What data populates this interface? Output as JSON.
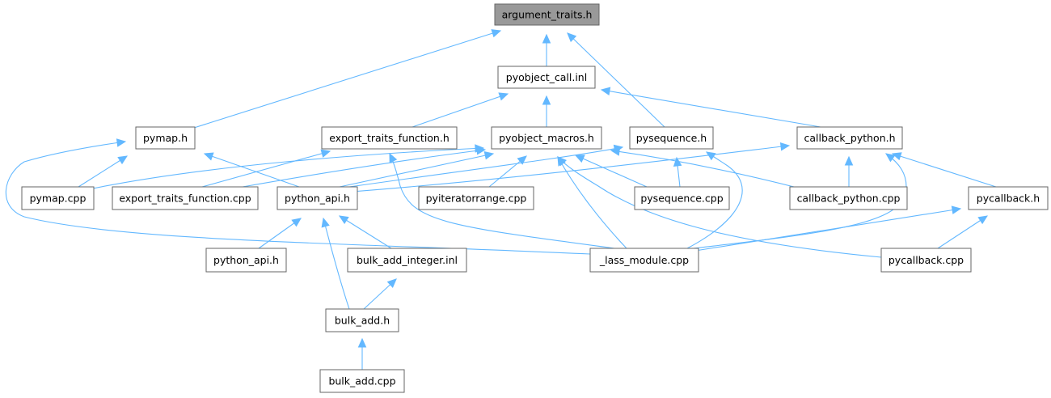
{
  "graph": {
    "nodes": [
      {
        "id": "argument_traits_h",
        "label": "argument_traits.h",
        "root": true
      },
      {
        "id": "pyobject_call_inl",
        "label": "pyobject_call.inl"
      },
      {
        "id": "pymap_h",
        "label": "pymap.h"
      },
      {
        "id": "export_traits_function_h",
        "label": "export_traits_function.h"
      },
      {
        "id": "pyobject_macros_h",
        "label": "pyobject_macros.h"
      },
      {
        "id": "pysequence_h",
        "label": "pysequence.h"
      },
      {
        "id": "callback_python_h",
        "label": "callback_python.h"
      },
      {
        "id": "pymap_cpp",
        "label": "pymap.cpp"
      },
      {
        "id": "export_traits_function_cpp",
        "label": "export_traits_function.cpp"
      },
      {
        "id": "python_api_h_mid",
        "label": "python_api.h"
      },
      {
        "id": "pyiteratorrange_cpp",
        "label": "pyiteratorrange.cpp"
      },
      {
        "id": "pysequence_cpp",
        "label": "pysequence.cpp"
      },
      {
        "id": "callback_python_cpp",
        "label": "callback_python.cpp"
      },
      {
        "id": "pycallback_h",
        "label": "pycallback.h"
      },
      {
        "id": "python_api_h_low",
        "label": "python_api.h"
      },
      {
        "id": "bulk_add_integer_inl",
        "label": "bulk_add_integer.inl"
      },
      {
        "id": "lass_module_cpp",
        "label": "_lass_module.cpp"
      },
      {
        "id": "pycallback_cpp",
        "label": "pycallback.cpp"
      },
      {
        "id": "bulk_add_h",
        "label": "bulk_add.h"
      },
      {
        "id": "bulk_add_cpp",
        "label": "bulk_add.cpp"
      }
    ],
    "edges": [
      {
        "from": "pyobject_call_inl",
        "to": "argument_traits_h"
      },
      {
        "from": "pymap_h",
        "to": "argument_traits_h"
      },
      {
        "from": "pysequence_h",
        "to": "argument_traits_h"
      },
      {
        "from": "export_traits_function_h",
        "to": "pyobject_call_inl"
      },
      {
        "from": "pyobject_macros_h",
        "to": "pyobject_call_inl"
      },
      {
        "from": "callback_python_h",
        "to": "pyobject_call_inl"
      },
      {
        "from": "pymap_cpp",
        "to": "pymap_h"
      },
      {
        "from": "python_api_h_mid",
        "to": "pymap_h"
      },
      {
        "from": "lass_module_cpp",
        "to": "pymap_h"
      },
      {
        "from": "export_traits_function_cpp",
        "to": "export_traits_function_h"
      },
      {
        "from": "lass_module_cpp",
        "to": "export_traits_function_h"
      },
      {
        "from": "pymap_cpp",
        "to": "pyobject_macros_h"
      },
      {
        "from": "export_traits_function_cpp",
        "to": "pyobject_macros_h"
      },
      {
        "from": "python_api_h_mid",
        "to": "pyobject_macros_h"
      },
      {
        "from": "pyiteratorrange_cpp",
        "to": "pyobject_macros_h"
      },
      {
        "from": "pysequence_cpp",
        "to": "pyobject_macros_h"
      },
      {
        "from": "callback_python_cpp",
        "to": "pyobject_macros_h"
      },
      {
        "from": "lass_module_cpp",
        "to": "pyobject_macros_h"
      },
      {
        "from": "pycallback_cpp",
        "to": "pyobject_macros_h"
      },
      {
        "from": "python_api_h_mid",
        "to": "pysequence_h"
      },
      {
        "from": "pysequence_cpp",
        "to": "pysequence_h"
      },
      {
        "from": "lass_module_cpp",
        "to": "pysequence_h"
      },
      {
        "from": "python_api_h_mid",
        "to": "callback_python_h"
      },
      {
        "from": "callback_python_cpp",
        "to": "callback_python_h"
      },
      {
        "from": "pycallback_h",
        "to": "callback_python_h"
      },
      {
        "from": "lass_module_cpp",
        "to": "callback_python_h"
      },
      {
        "from": "python_api_h_low",
        "to": "python_api_h_mid"
      },
      {
        "from": "bulk_add_integer_inl",
        "to": "python_api_h_mid"
      },
      {
        "from": "bulk_add_h",
        "to": "python_api_h_mid"
      },
      {
        "from": "lass_module_cpp",
        "to": "pycallback_h"
      },
      {
        "from": "pycallback_cpp",
        "to": "pycallback_h"
      },
      {
        "from": "bulk_add_h",
        "to": "bulk_add_integer_inl"
      },
      {
        "from": "bulk_add_cpp",
        "to": "bulk_add_h"
      }
    ]
  },
  "colors": {
    "edge": "#63b8ff",
    "node_border": "#666666",
    "node_fill": "#ffffff",
    "root_fill": "#999999"
  }
}
